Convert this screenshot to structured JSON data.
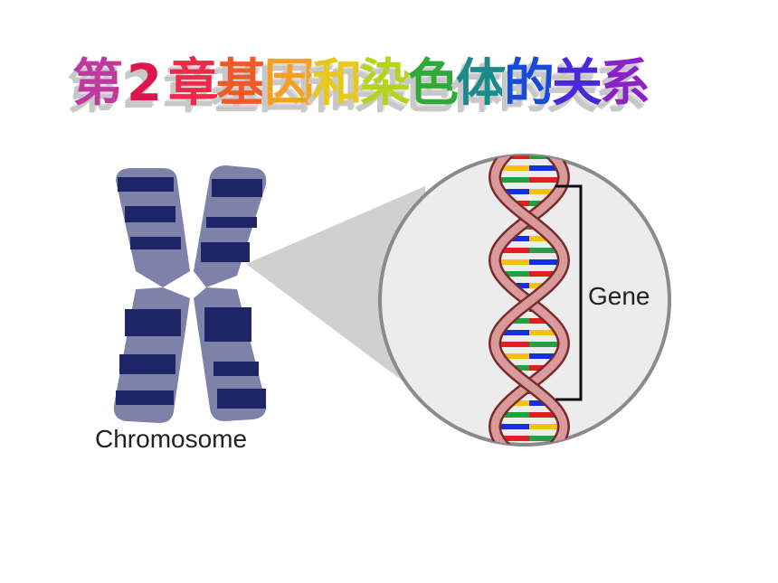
{
  "title": {
    "text": "第2章基因和染色体的关系",
    "chars": [
      {
        "ch": "第",
        "color": "#c0399f"
      },
      {
        "ch": "2",
        "color": "#e0144c"
      },
      {
        "ch": "章",
        "color": "#f0284a"
      },
      {
        "ch": "基",
        "color": "#f05a28"
      },
      {
        "ch": "因",
        "color": "#f5a020"
      },
      {
        "ch": "和",
        "color": "#e8c81a"
      },
      {
        "ch": "染",
        "color": "#b6d41c"
      },
      {
        "ch": "色",
        "color": "#2faa3a"
      },
      {
        "ch": "体",
        "color": "#1a8a8a"
      },
      {
        "ch": "的",
        "color": "#1a4ad8"
      },
      {
        "ch": "关",
        "color": "#4a2ad8"
      },
      {
        "ch": "系",
        "color": "#8a22c8"
      }
    ]
  },
  "labels": {
    "chromosome": "Chromosome",
    "gene": "Gene"
  },
  "colors": {
    "chromosome_light": "#7f82a8",
    "chromosome_dark": "#1e2566",
    "circle_fill": "#ececec",
    "circle_stroke": "#8a8a8a",
    "zoom_cone": "#d0d0d0",
    "strand": "#d89a9a",
    "strand_dark": "#7a2a2a",
    "base_pairs": [
      "#1530e0",
      "#e02020",
      "#f5c010",
      "#20a040"
    ]
  }
}
